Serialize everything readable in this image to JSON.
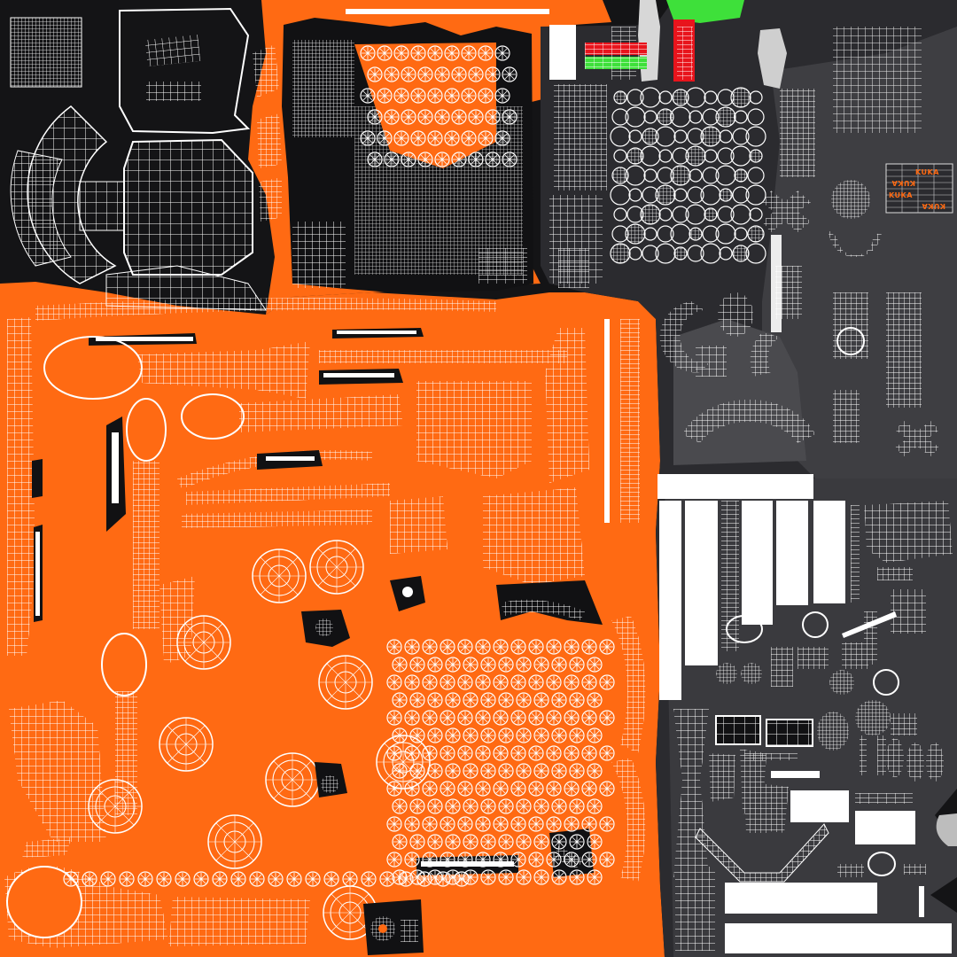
{
  "texture": {
    "kind": "UV wireframe layout",
    "size": [
      1080,
      1080
    ],
    "colors": {
      "orange": "#ff6a13",
      "black": "#111113",
      "dark_gray": "#2b2b2f",
      "mid_gray": "#3e3e42",
      "light_gray": "#565659",
      "wire": "#ffffff",
      "green": "#3ee03a",
      "red": "#e8141c",
      "pale_gray": "#cfcfcf"
    }
  },
  "labels": {
    "kuka": [
      "KUKA",
      "KUKA",
      "KUKA",
      "KUKA"
    ]
  },
  "regions": [
    {
      "name": "top-left-black",
      "color": "black"
    },
    {
      "name": "top-center-black-parts-sheet",
      "color": "black"
    },
    {
      "name": "top-right-gray-parts",
      "color": "dark_gray"
    },
    {
      "name": "main-orange-body",
      "color": "orange"
    },
    {
      "name": "right-gray-parts",
      "color": "mid_gray"
    }
  ],
  "swatches": [
    {
      "name": "green-swatch",
      "color": "green"
    },
    {
      "name": "red-swatch",
      "color": "red"
    }
  ],
  "bolt_grid": {
    "rows": 16,
    "cols": 14
  }
}
